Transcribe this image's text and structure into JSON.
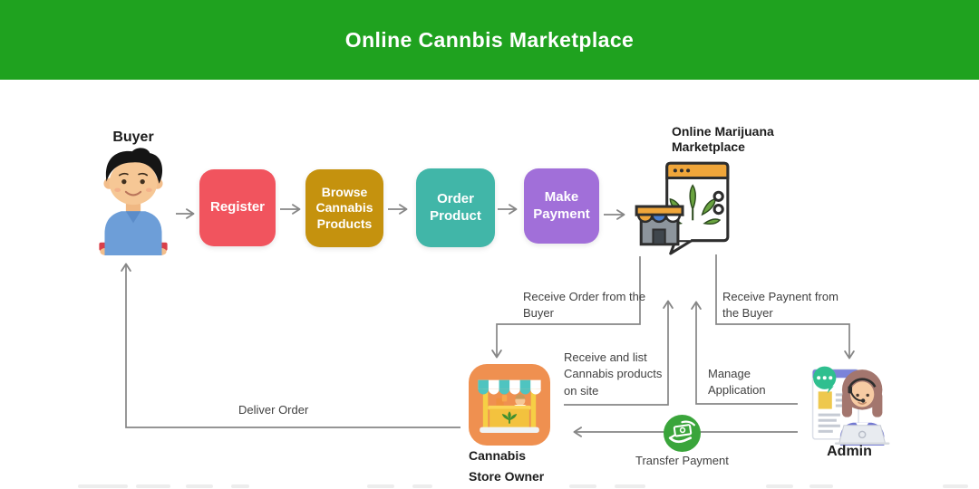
{
  "header": {
    "title": "Online Cannbis Marketplace",
    "bg_color": "#1fa21f"
  },
  "actors": {
    "buyer": {
      "label": "Buyer"
    },
    "marketplace": {
      "label_line1": "Online Marijuana",
      "label_line2": "Marketplace"
    },
    "store_owner": {
      "label_line1": "Cannabis",
      "label_line2": "Store Owner"
    },
    "admin": {
      "label": "Admin"
    }
  },
  "steps": [
    {
      "label": "Register",
      "color": "#f1545e"
    },
    {
      "label": "Browse Cannabis Products",
      "color": "#c5920e"
    },
    {
      "label": "Order Product",
      "color": "#41b6a8"
    },
    {
      "label": "Make Payment",
      "color": "#a16fd9"
    }
  ],
  "flow_labels": {
    "receive_order": "Receive Order from the Buyer",
    "receive_payment": "Receive Paynent from the Buyer",
    "receive_and_list": "Receive and list Cannabis products on site",
    "manage_application": "Manage Application",
    "deliver_order": "Deliver Order",
    "transfer_payment": "Transfer Payment"
  },
  "colors": {
    "arrow": "#868686",
    "store_owner_icon_bg": "#ef9050",
    "transfer_icon_bg": "#3aa53b"
  },
  "icons": {
    "buyer": "buyer-person-icon",
    "marketplace": "browser-cannabis-storefront-icon",
    "store_owner": "market-stall-icon",
    "admin": "support-woman-laptop-icon",
    "transfer_payment": "hand-money-icon"
  }
}
